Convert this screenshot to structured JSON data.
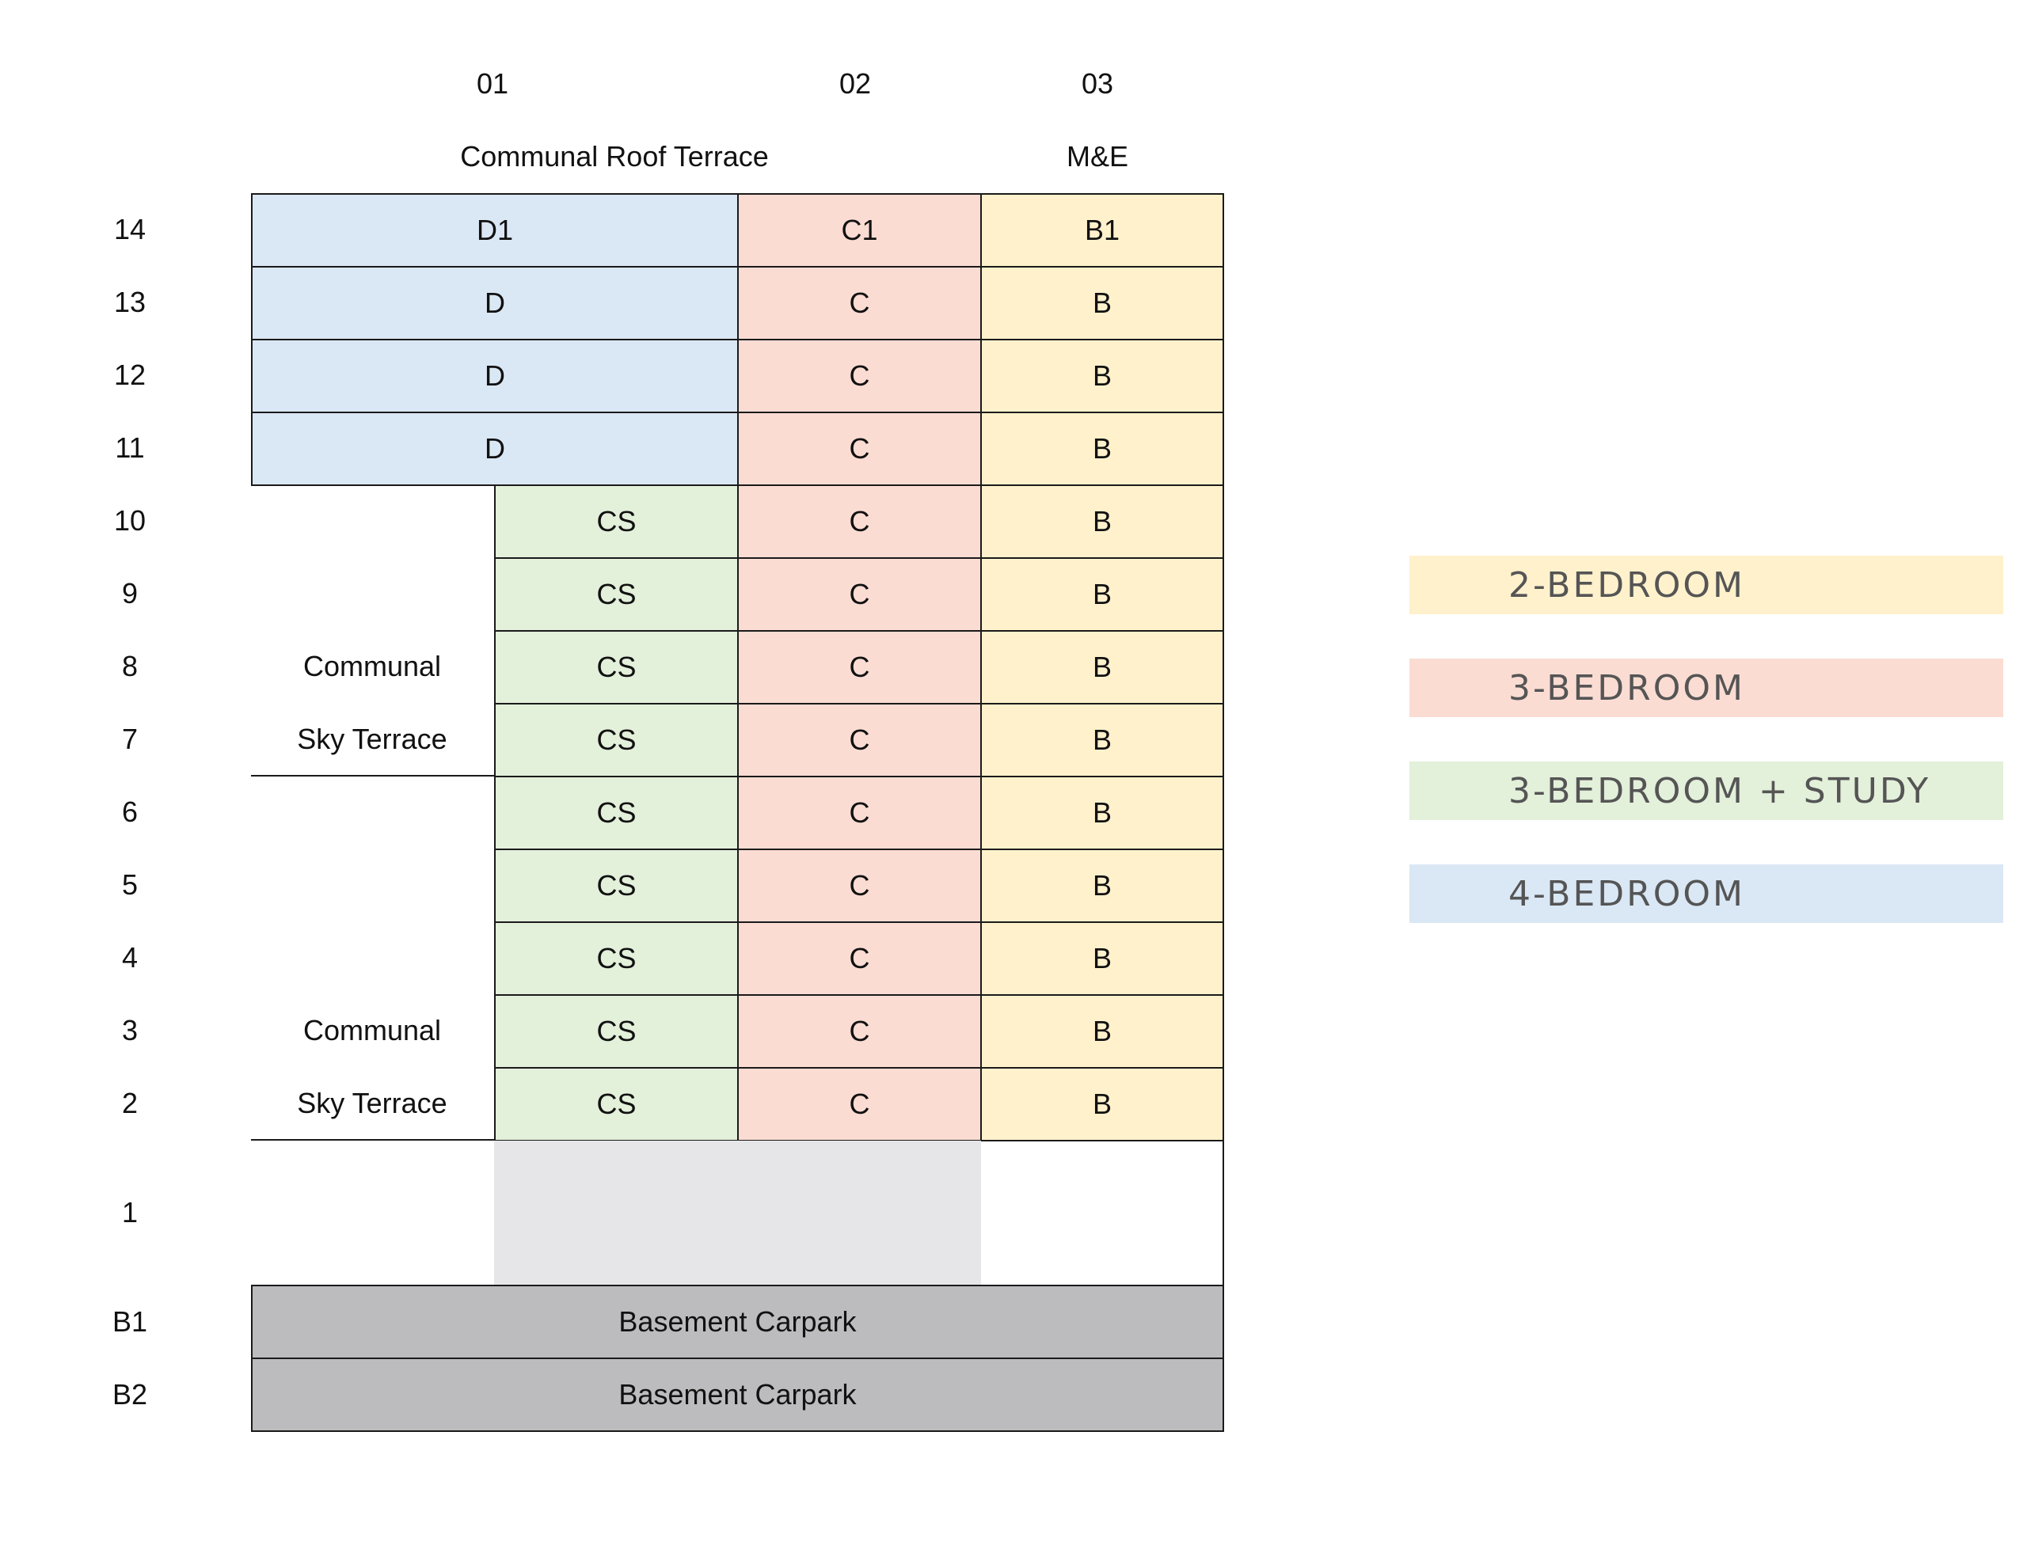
{
  "columns": [
    "01",
    "02",
    "03"
  ],
  "roof": {
    "left": "Communal Roof Terrace",
    "right": "M&E"
  },
  "floor_labels": [
    "14",
    "13",
    "12",
    "11",
    "10",
    "9",
    "8",
    "7",
    "6",
    "5",
    "4",
    "3",
    "2",
    "1",
    "B1",
    "B2"
  ],
  "upper_rows": [
    {
      "d": "D1",
      "c": "C1",
      "b": "B1"
    },
    {
      "d": "D",
      "c": "C",
      "b": "B"
    },
    {
      "d": "D",
      "c": "C",
      "b": "B"
    },
    {
      "d": "D",
      "c": "C",
      "b": "B"
    }
  ],
  "lower_rows": [
    {
      "cs": "CS",
      "c": "C",
      "b": "B"
    },
    {
      "cs": "CS",
      "c": "C",
      "b": "B"
    },
    {
      "cs": "CS",
      "c": "C",
      "b": "B"
    },
    {
      "cs": "CS",
      "c": "C",
      "b": "B"
    },
    {
      "cs": "CS",
      "c": "C",
      "b": "B"
    },
    {
      "cs": "CS",
      "c": "C",
      "b": "B"
    },
    {
      "cs": "CS",
      "c": "C",
      "b": "B"
    },
    {
      "cs": "CS",
      "c": "C",
      "b": "B"
    },
    {
      "cs": "CS",
      "c": "C",
      "b": "B"
    }
  ],
  "sky_terraces": [
    {
      "line1": "Communal",
      "line2": "Sky Terrace"
    },
    {
      "line1": "Communal",
      "line2": "Sky Terrace"
    }
  ],
  "basement": [
    "Basement Carpark",
    "Basement Carpark"
  ],
  "legend": [
    {
      "label": "2-BEDROOM",
      "color": "#fff1cc"
    },
    {
      "label": "3-BEDROOM",
      "color": "#fbdcd3"
    },
    {
      "label": "3-BEDROOM + STUDY",
      "color": "#e3f0da"
    },
    {
      "label": "4-BEDROOM",
      "color": "#dae7f5"
    }
  ]
}
